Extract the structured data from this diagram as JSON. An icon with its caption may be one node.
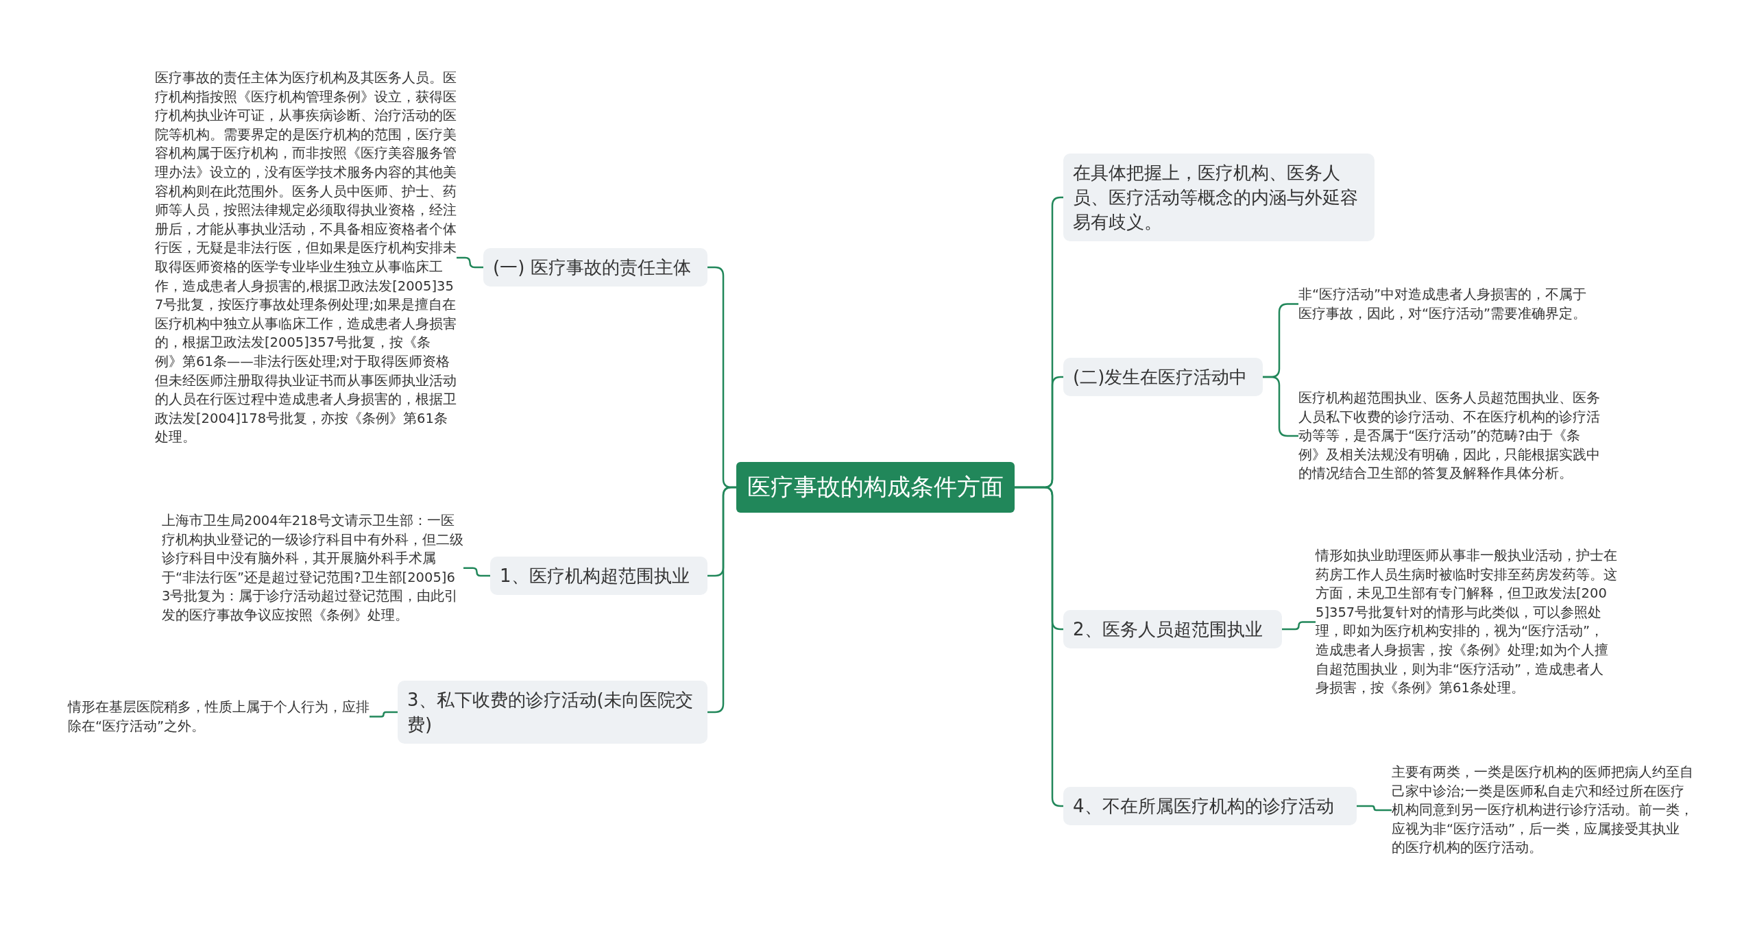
{
  "diagram": {
    "nodes": [
      {
        "text": [
          "医疗事故的构成条件方面"
        ]
      },
      {
        "text": [
          "(一) 医疗事故的责任主体"
        ]
      },
      {
        "text": [
          "医疗事故的责任主体为医疗机构及其医务人员。医疗机构指按照《医疗机构管理条例》设立，获得医疗机构执业许可证，从事疾病诊断、治疗活动的医院等机构。需要界定的是医疗机构的范围，医疗美容机构属于医疗机构，而非按照《医疗美容服务管理办法》设立的，没有医学技术服务内容的其他美容机构则在此范围外。医务人员中医师、护士、药师等人员，按照法律规定必须取得执业资格，经注册后，才能从事执业活动，不具备相应资格者个体行医，无疑是非法行医，但如果是医疗机构安排未取得医师资格的医学专业毕业生独立从事临床工作，造成患者人身损害的,根据卫政法发[2005]357号批复，按医疗事故处理条例处理;如果是擅自在医疗机构中独立从事临床工作，造成患者人身损害的，根据卫政法发[2005]357号批复，按《条例》第61条——非法行医处理;对于取得医师资格但未经医师注册取得执业证书而从事医师执业活动的人员在行医过程中造成患者人身损害的，根据卫政法发[2004]178号批复，亦按《条例》第61条处理。"
        ]
      },
      {
        "text": [
          "1、医疗机构超范围执业"
        ]
      },
      {
        "text": [
          "上海市卫生局2004年218号文请示卫生部：一医疗机构执业登记的一级诊疗科目中有外科，但二级诊疗科目中没有脑外科，其开展脑外科手术属于“非法行医”还是超过登记范围?卫生部[2005]63号批复为：属于诊疗活动超过登记范围，由此引发的医疗事故争议应按照《条例》处理。"
        ]
      },
      {
        "text": [
          "3、私下收费的诊疗活动(未向医院交费)"
        ]
      },
      {
        "text": [
          "情形在基层医院稍多，性质上属于个人行为，应排除在“医疗活动”之外。"
        ]
      },
      {
        "text": [
          "在具体把握上，医疗机构、医务人员、医疗活动等概念的内涵与外延容易有歧义。"
        ]
      },
      {
        "text": [
          "(二)发生在医疗活动中"
        ]
      },
      {
        "text": [
          "非“医疗活动”中对造成患者人身损害的，不属于医疗事故，因此，对“医疗活动”需要准确界定。"
        ]
      },
      {
        "text": [
          "医疗机构超范围执业、医务人员超范围执业、医务人员私下收费的诊疗活动、不在医疗机构的诊疗活动等等，是否属于“医疗活动”的范畴?由于《条例》及相关法规没有明确，因此，只能根据实践中的情况结合卫生部的答复及解释作具体分析。"
        ]
      },
      {
        "text": [
          "2、医务人员超范围执业"
        ]
      },
      {
        "text": [
          "情形如执业助理医师从事非一般执业活动，护士在药房工作人员生病时被临时安排至药房发药等。这方面，未见卫生部有专门解释，但卫政发法[2005]357号批复针对的情形与此类似，可以参照处理，即如为医疗机构安排的，视为“医疗活动”，造成患者人身损害，按《条例》处理;如为个人擅自超范围执业，则为非“医疗活动”，造成患者人身损害，按《条例》第61条处理。"
        ]
      },
      {
        "text": [
          "4、不在所属医疗机构的诊疗活动"
        ]
      },
      {
        "text": [
          "主要有两类，一类是医疗机构的医师把病人约至自己家中诊治;一类是医师私自走穴和经过所在医疗机构同意到另一医疗机构进行诊疗活动。前一类，应视为非“医疗活动”，后一类，应属接受其执业的医疗机构的医疗活动。"
        ]
      }
    ],
    "edges": [
      {
        "from": 0,
        "to": 1,
        "arrow": "none"
      },
      {
        "from": 1,
        "to": 2,
        "arrow": "none"
      },
      {
        "from": 0,
        "to": 3,
        "arrow": "none"
      },
      {
        "from": 3,
        "to": 4,
        "arrow": "none"
      },
      {
        "from": 0,
        "to": 5,
        "arrow": "none"
      },
      {
        "from": 5,
        "to": 6,
        "arrow": "none"
      },
      {
        "from": 0,
        "to": 7,
        "arrow": "none"
      },
      {
        "from": 0,
        "to": 8,
        "arrow": "none"
      },
      {
        "from": 8,
        "to": 9,
        "arrow": "none"
      },
      {
        "from": 8,
        "to": 10,
        "arrow": "none"
      },
      {
        "from": 0,
        "to": 11,
        "arrow": "none"
      },
      {
        "from": 11,
        "to": 12,
        "arrow": "none"
      },
      {
        "from": 0,
        "to": 13,
        "arrow": "none"
      },
      {
        "from": 13,
        "to": 14,
        "arrow": "none"
      }
    ]
  }
}
